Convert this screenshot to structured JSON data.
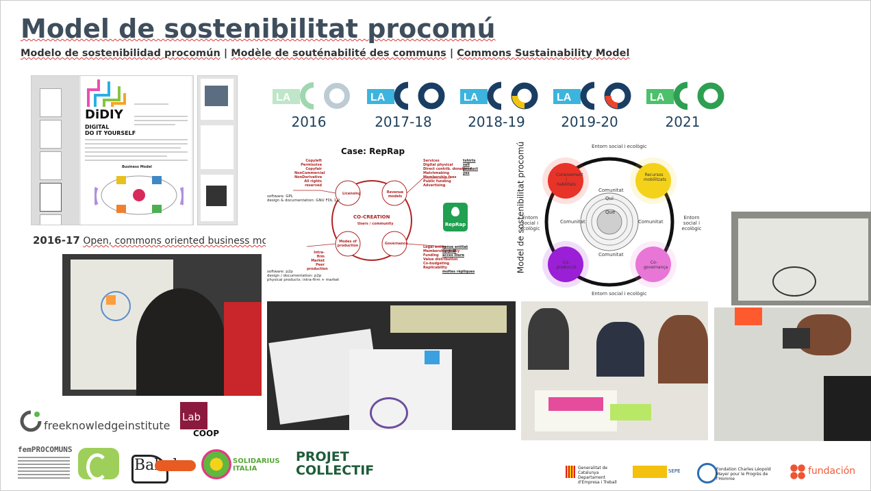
{
  "slide": {
    "title": "Model de sostenibilitat procomú",
    "subtitle_parts": [
      "Modelo de sostenibilidad procomún",
      " | ",
      "Modèle de souténabilité des communs",
      " | ",
      "Commons Sustainability Model"
    ],
    "caption_year": "2016-17",
    "caption_text": "Open, commons oriented business models"
  },
  "diy_doc": {
    "title_line1": "DiDIY",
    "title_line2": "DIGITAL",
    "title_line3": "DO IT YOURSELF",
    "diagram_title": "Business Model"
  },
  "laco_logos": [
    {
      "mark": "LA",
      "year": "2016"
    },
    {
      "mark": "LA",
      "year": "2017-18"
    },
    {
      "mark": "LA",
      "year": "2018-19"
    },
    {
      "mark": "LA",
      "year": "2019-20"
    },
    {
      "mark": "LA",
      "year": "2021"
    }
  ],
  "reprap_case": {
    "title": "Case: RepRap",
    "center": "CO-CREATION",
    "center_sub": "Users / community",
    "nodes": [
      "Licensing",
      "Revenue models",
      "Modes of production",
      "Governance"
    ],
    "left_top": [
      "Copyleft",
      "Permissive",
      "Copyfair",
      "NonCommercial",
      "NonDerivative",
      "All rights reserved"
    ],
    "right_top": [
      "Services",
      "Digital physical",
      "Direct contrib. donations",
      "Matchmaking",
      "Membership fees",
      "Public funding",
      "Advertising"
    ],
    "right_top_extra": [
      "tshirts",
      "sell products",
      "yes"
    ],
    "left_bottom": [
      "Intra-firm",
      "Market",
      "Peer production"
    ],
    "right_bottom": [
      "Legal entity",
      "Membership policy",
      "Funding",
      "Value distribution",
      "Co-budgeting",
      "Replicability"
    ],
    "right_bottom_extra": [
      "sense entitat central",
      "acces lliure",
      "moltes rèpliques"
    ],
    "software_1": "software: GPL",
    "doc_1": "design & documentation: GNU FDL 1.2",
    "software_2": "software: p2p",
    "doc_2": "design / documentation: p2p",
    "phys_2": "physical products: intra-firm + market",
    "badge": "RepRap"
  },
  "model_diagram": {
    "vertical_title": "Model de sostenibilitat procomú",
    "outer": "Entorn social i ecològic",
    "ring": "Comunitat",
    "qui": "Qui",
    "que": "Què",
    "nodes": [
      "Coneixement i habilitats",
      "Recursos mobilitzats",
      "Co-producció",
      "Co-governança"
    ],
    "colors": [
      "#e8332a",
      "#f5d31b",
      "#9b1fd6",
      "#e876d8"
    ]
  },
  "logos": {
    "fki": "freeknowledgeinstitute",
    "labcoop_top": "Lab",
    "labcoop_bottom": "COOP",
    "fem": "femPROCOMUNS",
    "solidarius": "SOLIDARIUS ITALIA",
    "projet_line1": "PROJET",
    "projet_line2": "COLLECTIF",
    "babel": "Babel",
    "gencat": "Generalitat de Catalunya Departament d'Empresa i Treball",
    "sepe": "SEPE",
    "fph": "Fondation Charles Léopold Mayer pour le Progrès de l'Homme",
    "fondation": "fundación"
  }
}
